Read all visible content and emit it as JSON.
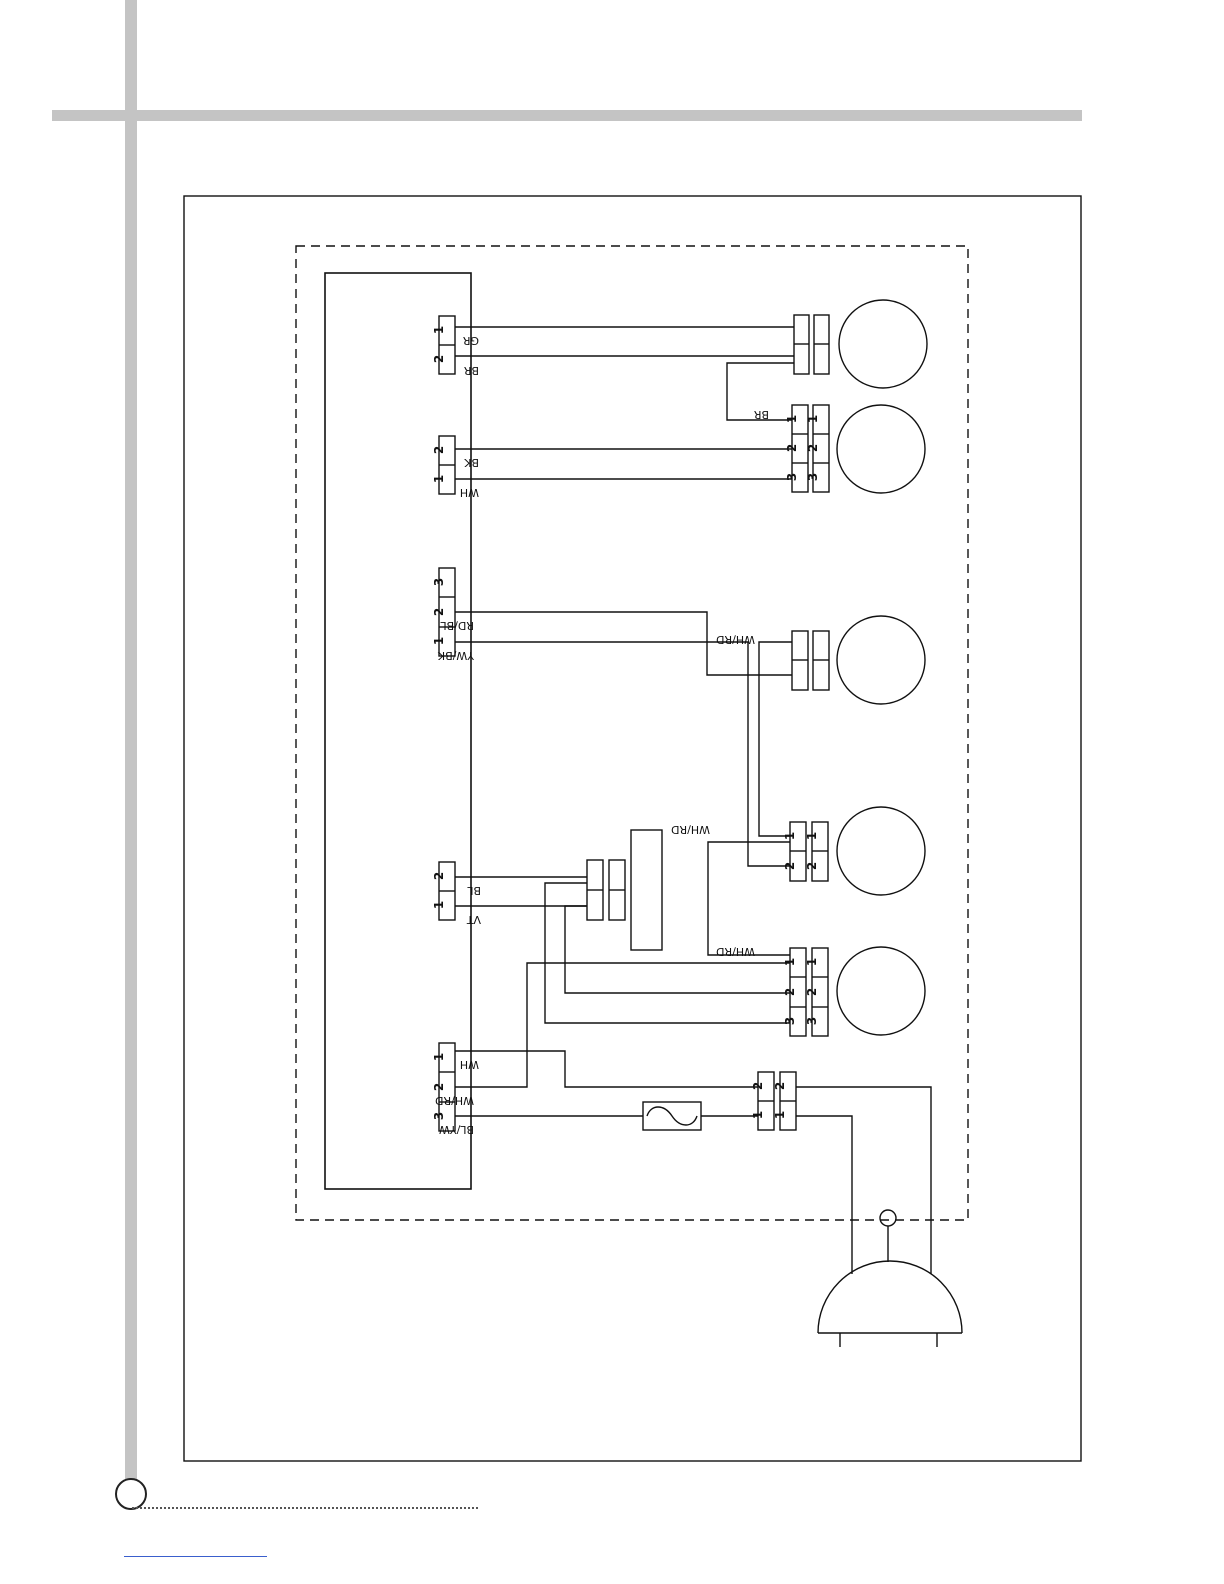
{
  "labels": {
    "gr": "GR",
    "br_a": "BR",
    "bk": "BK",
    "wh_a": "WH",
    "rd_bl": "RD/BL",
    "yw_bk": "YW/BK",
    "bl": "BL",
    "vt": "VT",
    "wh_b": "WH",
    "wh_rd_a": "WH/RD",
    "bl_yw": "BL/YW",
    "br_b": "BR",
    "wh_rd_b": "WH/RD",
    "wh_rd_c": "WH/RD",
    "wh_rd_d": "WH/RD"
  },
  "pins": {
    "one": "1",
    "two": "2",
    "three": "3"
  },
  "colors": {
    "line": "#111111",
    "frame_bars": "#c4c4c4",
    "bottom_rule": "#3a5fcd"
  }
}
